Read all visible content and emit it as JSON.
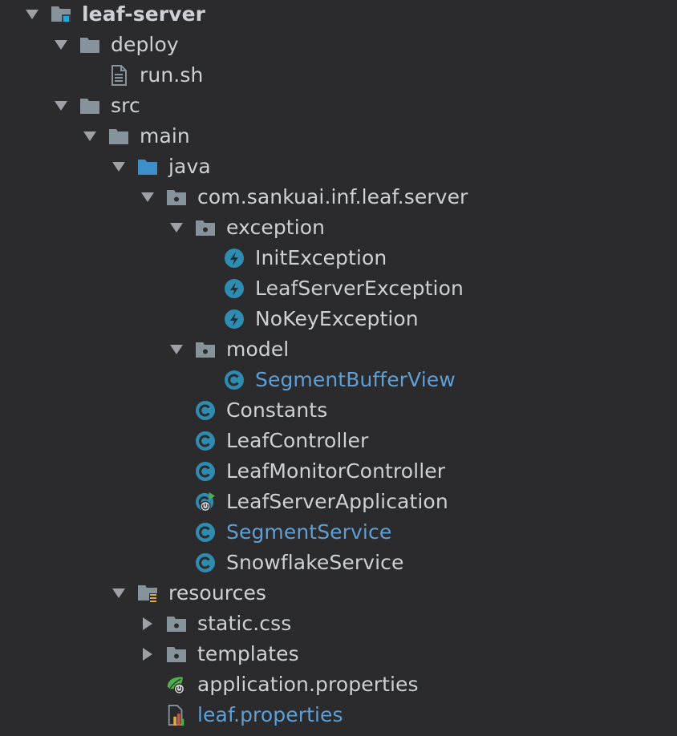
{
  "project_tree": {
    "items": [
      {
        "label": "leaf-server",
        "level": 0,
        "expanded": true,
        "icon": "module-folder-icon",
        "bold": true
      },
      {
        "label": "deploy",
        "level": 1,
        "expanded": true,
        "icon": "folder-icon"
      },
      {
        "label": "run.sh",
        "level": 2,
        "icon": "text-file-icon"
      },
      {
        "label": "src",
        "level": 1,
        "expanded": true,
        "icon": "folder-icon"
      },
      {
        "label": "main",
        "level": 2,
        "expanded": true,
        "icon": "folder-icon"
      },
      {
        "label": "java",
        "level": 3,
        "expanded": true,
        "icon": "source-folder-icon"
      },
      {
        "label": "com.sankuai.inf.leaf.server",
        "level": 4,
        "expanded": true,
        "icon": "package-icon"
      },
      {
        "label": "exception",
        "level": 5,
        "expanded": true,
        "icon": "package-icon"
      },
      {
        "label": "InitException",
        "level": 6,
        "icon": "exception-class-icon"
      },
      {
        "label": "LeafServerException",
        "level": 6,
        "icon": "exception-class-icon"
      },
      {
        "label": "NoKeyException",
        "level": 6,
        "icon": "exception-class-icon"
      },
      {
        "label": "model",
        "level": 5,
        "expanded": true,
        "icon": "package-icon"
      },
      {
        "label": "SegmentBufferView",
        "level": 6,
        "icon": "class-icon",
        "color": "#5e9fd6"
      },
      {
        "label": "Constants",
        "level": 5,
        "icon": "class-icon"
      },
      {
        "label": "LeafController",
        "level": 5,
        "icon": "class-icon"
      },
      {
        "label": "LeafMonitorController",
        "level": 5,
        "icon": "class-icon"
      },
      {
        "label": "LeafServerApplication",
        "level": 5,
        "icon": "spring-boot-class-icon"
      },
      {
        "label": "SegmentService",
        "level": 5,
        "icon": "class-icon",
        "color": "#5e9fd6"
      },
      {
        "label": "SnowflakeService",
        "level": 5,
        "icon": "class-icon"
      },
      {
        "label": "resources",
        "level": 3,
        "expanded": true,
        "icon": "resources-folder-icon"
      },
      {
        "label": "static.css",
        "level": 4,
        "expanded": false,
        "icon": "package-icon"
      },
      {
        "label": "templates",
        "level": 4,
        "expanded": false,
        "icon": "package-icon"
      },
      {
        "label": "application.properties",
        "level": 4,
        "icon": "spring-properties-icon"
      },
      {
        "label": "leaf.properties",
        "level": 4,
        "icon": "properties-file-icon",
        "color": "#5e9fd6"
      }
    ]
  },
  "colors": {
    "background": "#2b2b2d",
    "text": "#cdd0d4",
    "modified_text": "#5e9fd6",
    "folder": "#87939a",
    "source_folder": "#3d8ec9",
    "class_icon": "#2e8cb0",
    "arrow": "#9da1a6"
  }
}
